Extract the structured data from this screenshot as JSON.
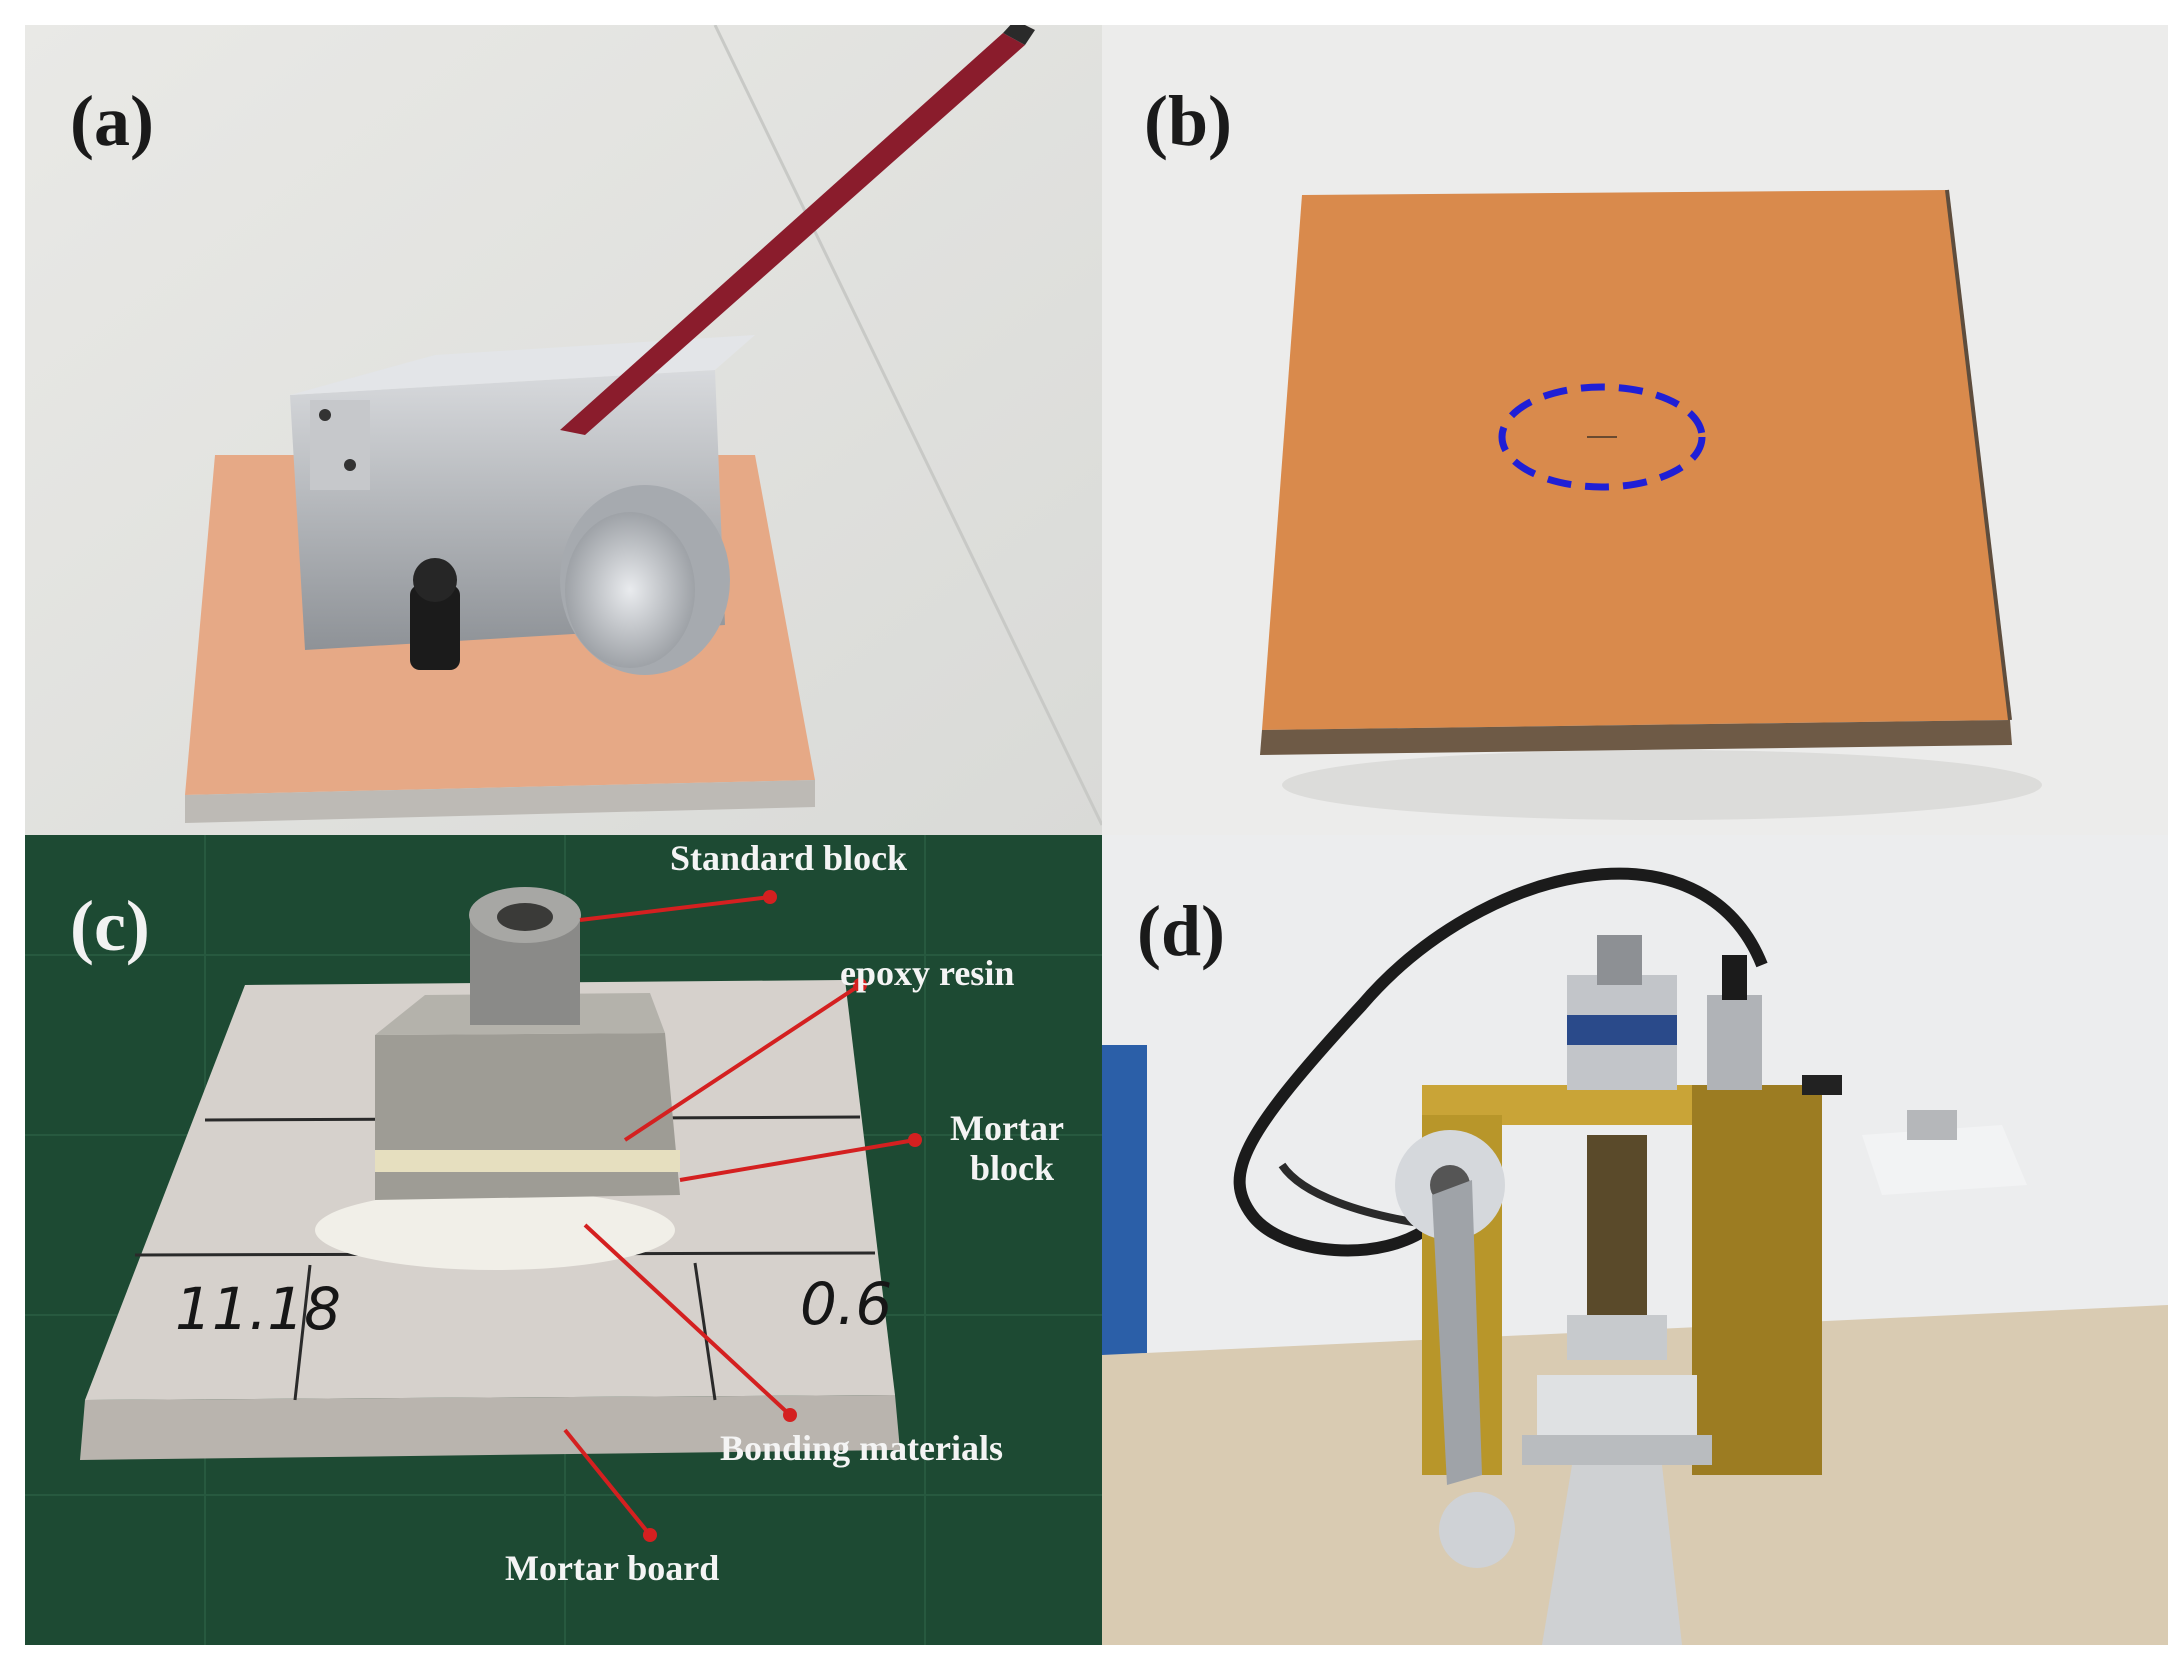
{
  "panels": {
    "a": {
      "label": "(a)"
    },
    "b": {
      "label": "(b)"
    },
    "c": {
      "label": "(c)",
      "annotations": {
        "standard_block": "Standard block",
        "epoxy_resin": "epoxy resin",
        "mortar_block_line1": "Mortar",
        "mortar_block_line2": "block",
        "bonding_materials": "Bonding materials",
        "mortar_board": "Mortar board"
      },
      "handwriting": {
        "left": "11.18",
        "right": "0.6"
      }
    },
    "d": {
      "label": "(d)"
    }
  },
  "colors": {
    "panel_c_background": "#1d4a33",
    "tile_orange": "#d98a4c",
    "leader_line_red": "#d42020",
    "dashed_ellipse_blue": "#1f1fd6",
    "fixture_gold": "#b8962a"
  }
}
